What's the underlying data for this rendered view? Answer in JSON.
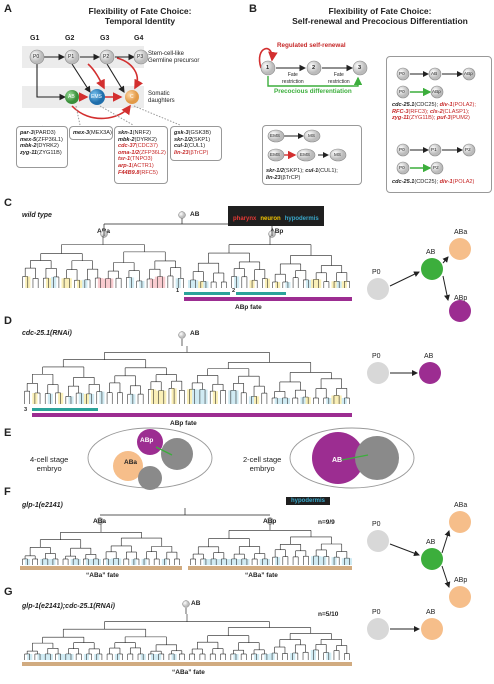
{
  "panels": {
    "A": {
      "letter": "A",
      "title": "Flexibility of Fate Choice:\nTemporal Identity",
      "gens": [
        "G1",
        "G2",
        "G3",
        "G4"
      ],
      "cells": [
        "P0",
        "P1",
        "P2",
        "P3",
        "AB",
        "EMS",
        "C"
      ],
      "row_labels": [
        "Stem-cell-like\nGermline precursor",
        "Somatic\ndaughters"
      ],
      "box1": [
        [
          "par-3",
          "(PARD3)"
        ],
        [
          "mex-5",
          "(ZFP36L1)"
        ],
        [
          "mbk-2",
          "(DYRK2)"
        ],
        [
          "zyg-11",
          "(ZYG11B)"
        ]
      ],
      "box2": [
        [
          "mex-3",
          "(MEX3A)"
        ]
      ],
      "box3_black": [
        [
          "skn-1",
          "(NRF2)"
        ],
        [
          "mbk-2",
          "(DYRK2)"
        ]
      ],
      "box3_red": [
        [
          "cdc-37",
          "(CDC37)"
        ],
        [
          "oma-1/2",
          "(ZFP36L2)"
        ],
        [
          "tsr-1",
          "(TNPO3)"
        ],
        [
          "arp-1",
          "(ACTR1)"
        ],
        [
          "F44B9.8",
          "(RFC5)"
        ]
      ],
      "box4_black": [
        [
          "gsk-3",
          "(GSK3B)"
        ],
        [
          "skr-1/2",
          "(SKP1)"
        ],
        [
          "cul-1",
          "(CUL1)"
        ]
      ],
      "box4_red": [
        [
          "lin-23",
          "(βTrCP)"
        ]
      ]
    },
    "B": {
      "letter": "B",
      "title": "Flexibility of Fate Choice:\nSelf-renewal and Precocious Differentiation",
      "nodes": [
        "1",
        "2",
        "3"
      ],
      "regulated": "Regulated self-renewal",
      "fate_restriction": "Fate\nrestriction",
      "precocious": "Precocious differentiation",
      "ems_cells": [
        "EMS",
        "MS",
        "EMS",
        "EMS",
        "MS"
      ],
      "ems_text": [
        [
          "skr-1/2",
          "(SKP1);"
        ],
        [
          "cul-1",
          "(CUL1);"
        ],
        [
          "lin-23",
          "(βTrCP)"
        ]
      ],
      "right_cells1": [
        "P0",
        "AB",
        "ABp",
        "P0",
        "ABp"
      ],
      "right_text1_black": [
        [
          "cdc-25.1",
          "(CDC25);"
        ]
      ],
      "right_text1_red": [
        [
          "div-1",
          "(POLA2);"
        ],
        [
          "RFC-3",
          "(RFC3);"
        ],
        [
          "cls-2",
          "(CLASP1);"
        ],
        [
          "zyg-11",
          "(ZYG11B);"
        ],
        [
          "puf-3",
          "(PUM2)"
        ]
      ],
      "right_cells2": [
        "P0",
        "P1",
        "P2",
        "P0",
        "P2"
      ],
      "right_text2_black": [
        [
          "cdc-25.1",
          "(CDC25);"
        ]
      ],
      "right_text2_red": [
        [
          "div-1",
          "(POLA2)"
        ]
      ]
    },
    "C": {
      "letter": "C",
      "genotype": "wild type",
      "root": "AB",
      "sub": [
        "ABa",
        "ABp"
      ],
      "legend": [
        {
          "label": "pharynx",
          "color": "#e53935"
        },
        {
          "label": "neuron",
          "color": "#f2c400"
        },
        {
          "label": "hypodermis",
          "color": "#39a7c9"
        }
      ],
      "band_nums": [
        "1",
        "2"
      ],
      "fate": "ABp fate",
      "diagram": [
        "P0",
        "AB",
        "ABa",
        "ABp"
      ]
    },
    "D": {
      "letter": "D",
      "genotype": "cdc-25.1(RNAi)",
      "root": "AB",
      "band_num": "3",
      "fate": "ABp fate",
      "diagram": [
        "P0",
        "AB"
      ]
    },
    "E": {
      "letter": "E",
      "label1": "4-cell stage\nembryo",
      "label2": "2-cell stage\nembryo",
      "cells1": [
        "ABa",
        "ABp"
      ],
      "cells2": [
        "AB"
      ]
    },
    "F": {
      "letter": "F",
      "genotype": "glp-1(e2141)",
      "legend": "hypodermis",
      "n": "n=9/9",
      "sub": [
        "ABa",
        "ABp"
      ],
      "fates": [
        "“ABa” fate",
        "“ABa” fate"
      ],
      "diagram": [
        "P0",
        "AB",
        "ABa",
        "ABp"
      ]
    },
    "G": {
      "letter": "G",
      "genotype": "glp-1(e2141);cdc-25.1(RNAi)",
      "root": "AB",
      "n": "n=5/10",
      "fate": "“ABa” fate",
      "diagram": [
        "P0",
        "AB"
      ]
    }
  },
  "colors": {
    "green": "#3cae3c",
    "purple": "#9c2d91",
    "peach": "#f6be8a",
    "grey": "#d8d8d8",
    "ems": "#2f7fc1",
    "red": "#d32f2f",
    "tan": "#d1ab80",
    "teal": "#2aa39a"
  }
}
